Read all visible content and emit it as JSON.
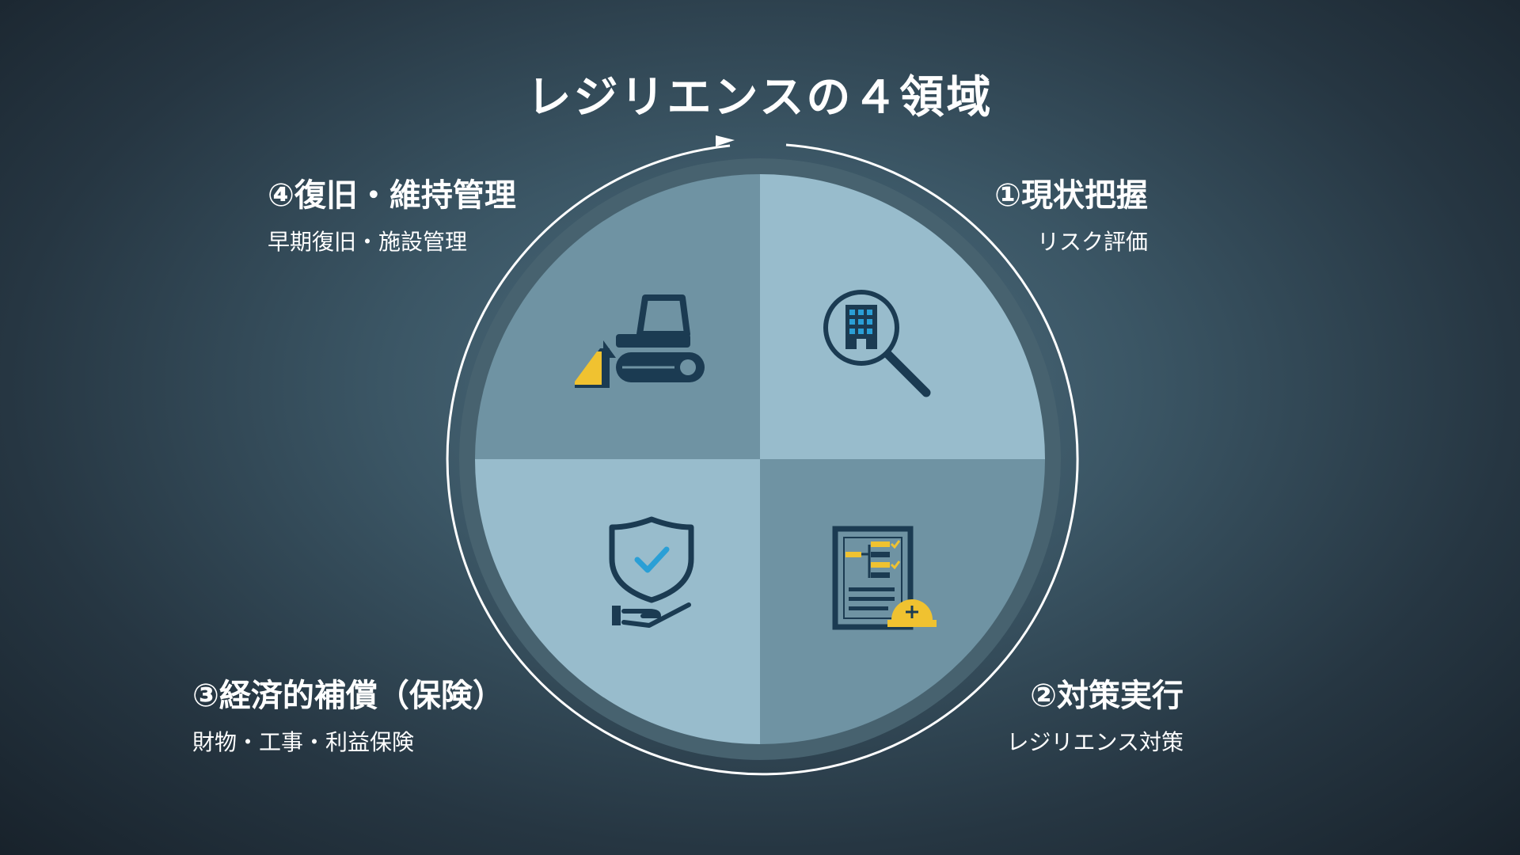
{
  "title": "レジリエンスの４領域",
  "quadrants": [
    {
      "id": "q1",
      "heading": "①現状把握",
      "sub": "リスク評価",
      "icon": "building-search-icon",
      "fill": "#98bccc"
    },
    {
      "id": "q2",
      "heading": "②対策実行",
      "sub": "レジリエンス対策",
      "icon": "checklist-hardhat-icon",
      "fill": "#6f93a3"
    },
    {
      "id": "q3",
      "heading": "③経済的補償（保険）",
      "sub": "財物・工事・利益保険",
      "icon": "shield-hand-icon",
      "fill": "#98bccc"
    },
    {
      "id": "q4",
      "heading": "④復旧・維持管理",
      "sub": "早期復旧・施設管理",
      "icon": "bulldozer-icon",
      "fill": "#6f93a3"
    }
  ],
  "colors": {
    "icon_dark": "#1b3b52",
    "accent_yellow": "#f0c230",
    "accent_blue": "#2a9fd6",
    "ring": "#47626f",
    "orbit_line": "#ffffff"
  }
}
